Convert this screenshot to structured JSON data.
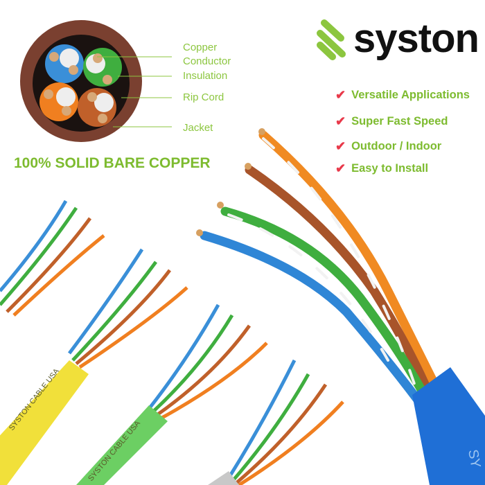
{
  "brand": {
    "name": "syston",
    "accent": "#8cc63f"
  },
  "cross_section": {
    "labels": [
      "Copper",
      "Conductor",
      "Insulation",
      "Rip Cord",
      "Jacket"
    ],
    "colors": {
      "jacket": "#7a4030",
      "pairs": [
        "#3a8fd8",
        "#3fae3f",
        "#f07f20",
        "#c0602a"
      ]
    }
  },
  "headline": "100% SOLID BARE COPPER",
  "features": [
    {
      "icon": "check-icon",
      "label": "Versatile Applications"
    },
    {
      "icon": "check-icon",
      "label": "Super Fast Speed"
    },
    {
      "icon": "check-icon",
      "label": "Outdoor / Indoor"
    },
    {
      "icon": "check-icon",
      "label": "Easy to Install"
    }
  ],
  "cables": [
    {
      "jacket_color": "#f1e03a",
      "jacket_text": "SYSTON CABLE USA"
    },
    {
      "jacket_color": "#6ccf63",
      "jacket_text": "SYSTON CABLE USA"
    },
    {
      "jacket_color": "#c8c8c8",
      "jacket_text": ""
    },
    {
      "jacket_color": "#1f6fd6",
      "jacket_text": "SY"
    }
  ]
}
